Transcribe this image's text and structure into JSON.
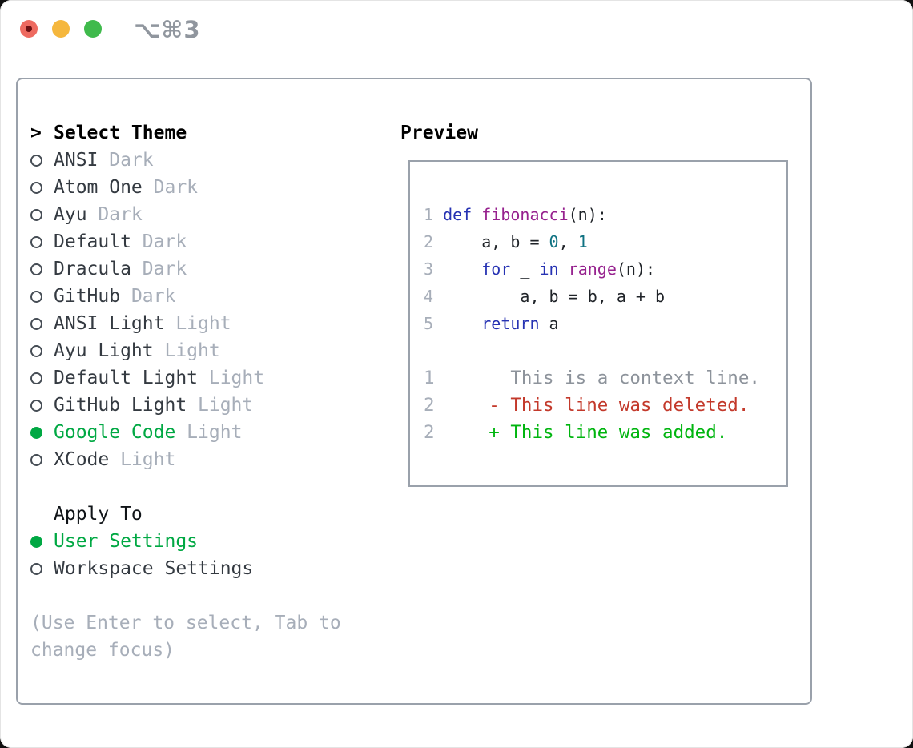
{
  "titlebar": {
    "shortcut": "⌥⌘3"
  },
  "colors": {
    "border": "#9aa1ab",
    "keyword": "#2733b3",
    "function": "#96218e",
    "number": "#0f7282",
    "code_plain": "#1f2328",
    "line_number": "#a7aeb9",
    "context": "#8d939b",
    "deleted": "#c3392b",
    "added": "#00b50f",
    "selected_green": "#00a843",
    "item_text": "#343a41",
    "item_dim": "#a7aeb9"
  },
  "theme_panel": {
    "prompt": ">",
    "title": "Select Theme",
    "items": [
      {
        "name": "ANSI",
        "variant": "Dark",
        "selected": false
      },
      {
        "name": "Atom One",
        "variant": "Dark",
        "selected": false
      },
      {
        "name": "Ayu",
        "variant": "Dark",
        "selected": false
      },
      {
        "name": "Default",
        "variant": "Dark",
        "selected": false
      },
      {
        "name": "Dracula",
        "variant": "Dark",
        "selected": false
      },
      {
        "name": "GitHub",
        "variant": "Dark",
        "selected": false
      },
      {
        "name": "ANSI Light",
        "variant": "Light",
        "selected": false
      },
      {
        "name": "Ayu Light",
        "variant": "Light",
        "selected": false
      },
      {
        "name": "Default Light",
        "variant": "Light",
        "selected": false
      },
      {
        "name": "GitHub Light",
        "variant": "Light",
        "selected": false
      },
      {
        "name": "Google Code",
        "variant": "Light",
        "selected": true
      },
      {
        "name": "XCode",
        "variant": "Light",
        "selected": false
      }
    ],
    "apply_to": {
      "title": "Apply To",
      "options": [
        {
          "label": "User Settings",
          "selected": true
        },
        {
          "label": "Workspace Settings",
          "selected": false
        }
      ]
    },
    "help": [
      "(Use Enter to select, Tab to",
      "change focus)"
    ]
  },
  "preview": {
    "title": "Preview",
    "code_lines": [
      {
        "num": "1",
        "tokens": [
          [
            "def",
            "kw"
          ],
          [
            " ",
            "pl"
          ],
          [
            "fibonacci",
            "fn"
          ],
          [
            "(n):",
            "pl"
          ]
        ]
      },
      {
        "num": "2",
        "tokens": [
          [
            "    a, b = ",
            "pl"
          ],
          [
            "0",
            "num"
          ],
          [
            ", ",
            "pl"
          ],
          [
            "1",
            "num"
          ]
        ]
      },
      {
        "num": "3",
        "tokens": [
          [
            "    ",
            "pl"
          ],
          [
            "for",
            "kw"
          ],
          [
            " _ ",
            "pl"
          ],
          [
            "in",
            "kw"
          ],
          [
            " ",
            "pl"
          ],
          [
            "range",
            "fn"
          ],
          [
            "(n):",
            "pl"
          ]
        ]
      },
      {
        "num": "4",
        "tokens": [
          [
            "        a, b = b, a + b",
            "pl"
          ]
        ]
      },
      {
        "num": "5",
        "tokens": [
          [
            "    ",
            "pl"
          ],
          [
            "return",
            "kw"
          ],
          [
            " a",
            "pl"
          ]
        ]
      }
    ],
    "diff_lines": [
      {
        "num": "1",
        "sign": " ",
        "text": "This is a context line.",
        "type": "context"
      },
      {
        "num": "2",
        "sign": "-",
        "text": "This line was deleted.",
        "type": "deleted"
      },
      {
        "num": "2",
        "sign": "+",
        "text": "This line was added.",
        "type": "added"
      }
    ]
  }
}
